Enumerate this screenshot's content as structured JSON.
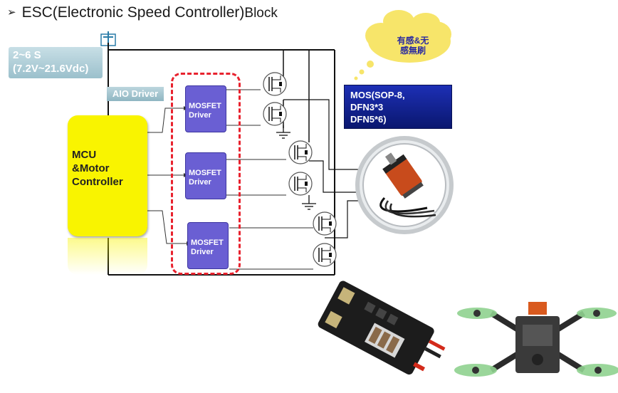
{
  "title": {
    "bullet": "➢",
    "prefix": "ESC",
    "main": "(Electronic Speed Controller)",
    "suffix": "Block"
  },
  "supply": {
    "line1": "2~6 S",
    "line2": "(7.2V~21.6Vdc)"
  },
  "aio_driver_label": "AIO Driver",
  "mcu": {
    "line1": "MCU",
    "line2": "&Motor",
    "line3": "Controller"
  },
  "drivers": [
    {
      "line1": "MOSFET",
      "line2": "Driver"
    },
    {
      "line1": "MOSFET",
      "line2": "Driver"
    },
    {
      "line1": "MOSFET",
      "line2": "Driver"
    }
  ],
  "mos_package": {
    "line1": "MOS(SOP-8,",
    "line2": "DFN3*3",
    "line3": "DFN5*6)"
  },
  "cloud": {
    "line1": "有感&无",
    "line2": "感無刷"
  },
  "colors": {
    "mcu": "#f9f400",
    "driver": "#6a5fd3",
    "dashed_border": "#e8222e",
    "mos_box": "#0a176f",
    "cloud": "#f5e36a",
    "supply_label": "#9bc0cc"
  },
  "icons": [
    "plus-terminal-icon",
    "mosfet-icon",
    "ground-icon",
    "motor-image",
    "esc-board-image",
    "drone-image",
    "thought-cloud-icon"
  ]
}
